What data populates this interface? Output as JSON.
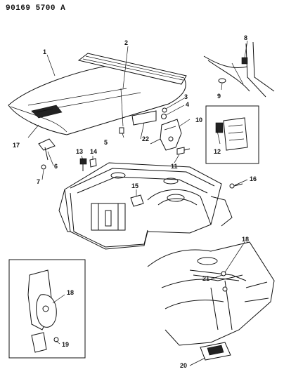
{
  "header": {
    "code": "90169 5700 A"
  },
  "callouts": [
    {
      "id": "c1",
      "text": "1"
    },
    {
      "id": "c2",
      "text": "2"
    },
    {
      "id": "c3",
      "text": "3"
    },
    {
      "id": "c4",
      "text": "4"
    },
    {
      "id": "c5",
      "text": "5"
    },
    {
      "id": "c6",
      "text": "6"
    },
    {
      "id": "c7",
      "text": "7"
    },
    {
      "id": "c8",
      "text": "8"
    },
    {
      "id": "c9",
      "text": "9"
    },
    {
      "id": "c10",
      "text": "10"
    },
    {
      "id": "c11",
      "text": "11"
    },
    {
      "id": "c12",
      "text": "12"
    },
    {
      "id": "c13",
      "text": "13"
    },
    {
      "id": "c14",
      "text": "14"
    },
    {
      "id": "c15",
      "text": "15"
    },
    {
      "id": "c16",
      "text": "16"
    },
    {
      "id": "c17",
      "text": "17"
    },
    {
      "id": "c18a",
      "text": "18"
    },
    {
      "id": "c18b",
      "text": "18"
    },
    {
      "id": "c19",
      "text": "19"
    },
    {
      "id": "c20",
      "text": "20"
    },
    {
      "id": "c21",
      "text": "21"
    },
    {
      "id": "c22",
      "text": "22"
    }
  ]
}
